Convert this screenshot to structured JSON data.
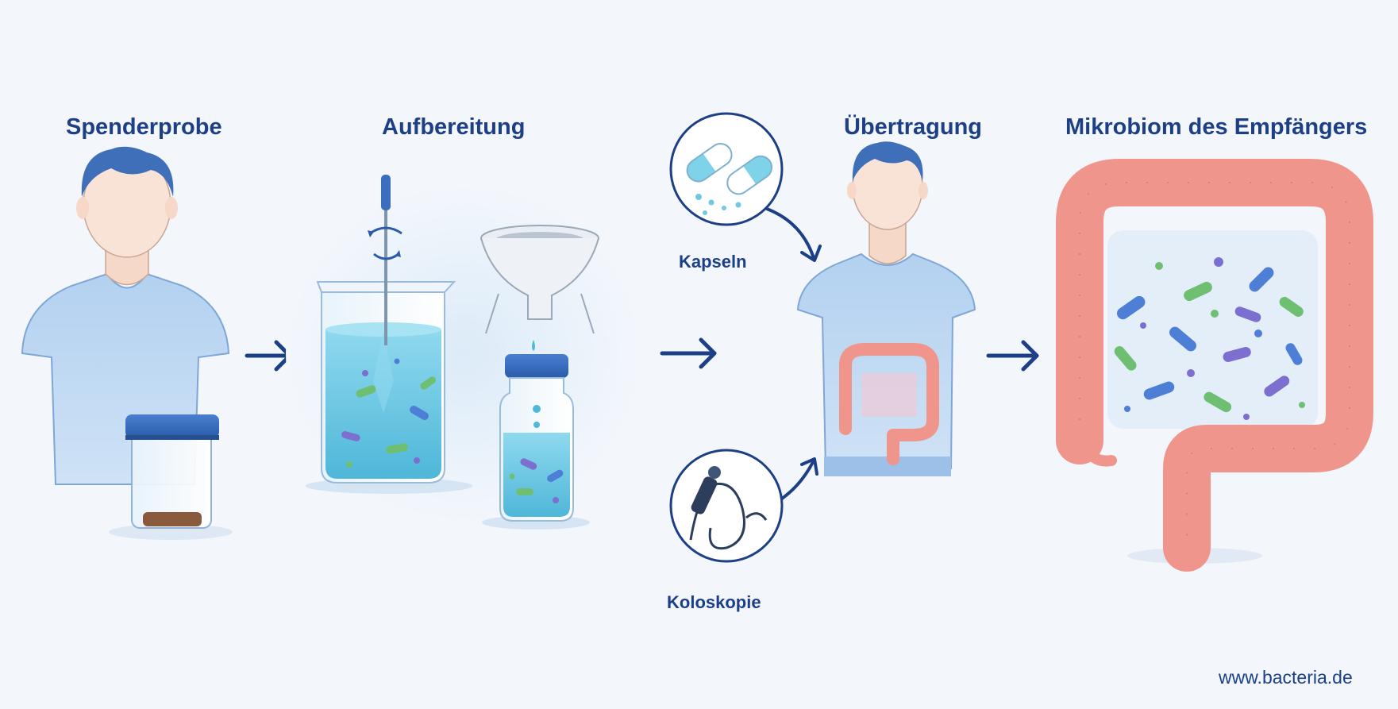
{
  "steps": [
    {
      "title": "Spenderprobe"
    },
    {
      "title": "Aufbereitung"
    },
    {
      "title": "Übertragung"
    },
    {
      "title": "Mikrobiom des Empfängers"
    }
  ],
  "transfer_methods": {
    "capsules": "Kapseln",
    "colonoscopy": "Koloskopie"
  },
  "footer": {
    "website": "www.bacteria.de"
  },
  "colors": {
    "title": "#1c3f86",
    "arrow": "#1c3f86",
    "shirt": "#a9c9ec",
    "skin": "#f9e3d6",
    "hair": "#3f6fb8",
    "liquid": "#6fc9e4",
    "colon": "#f0958c"
  }
}
